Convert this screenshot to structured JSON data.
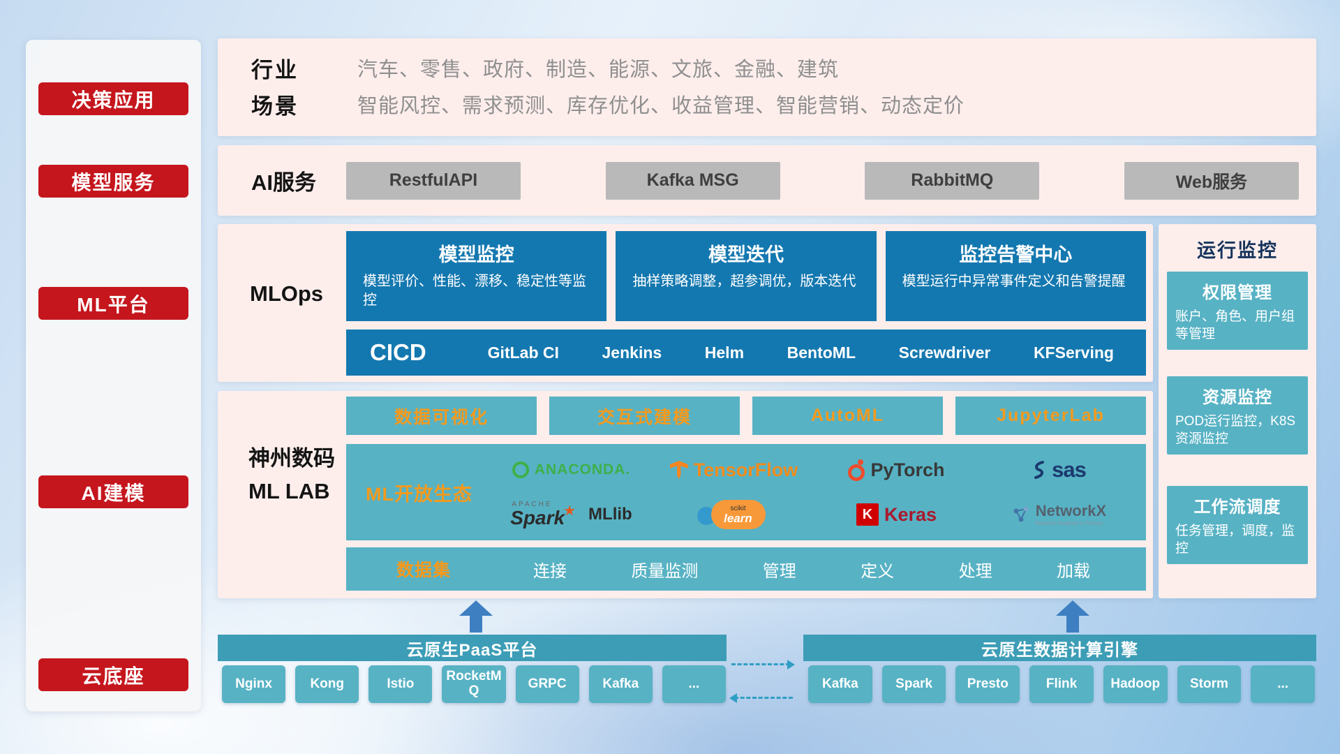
{
  "sidebar": {
    "items": [
      "决策应用",
      "模型服务",
      "ML平台",
      "AI建模",
      "云底座"
    ]
  },
  "industry": {
    "rows": [
      {
        "label": "行业",
        "text": "汽车、零售、政府、制造、能源、文旅、金融、建筑"
      },
      {
        "label": "场景",
        "text": "智能风控、需求预测、库存优化、收益管理、智能营销、动态定价"
      }
    ]
  },
  "ai_service": {
    "label": "AI服务",
    "services": [
      "RestfulAPI",
      "Kafka MSG",
      "RabbitMQ",
      "Web服务"
    ]
  },
  "mlops": {
    "label": "MLOps",
    "cards": [
      {
        "title": "模型监控",
        "desc": "模型评价、性能、漂移、稳定性等监控"
      },
      {
        "title": "模型迭代",
        "desc": "抽样策略调整，超参调优，版本迭代"
      },
      {
        "title": "监控告警中心",
        "desc": "模型运行中异常事件定义和告警提醒"
      }
    ],
    "cicd_label": "CICD",
    "cicd_tools": [
      "GitLab CI",
      "Jenkins",
      "Helm",
      "BentoML",
      "Screwdriver",
      "KFServing"
    ]
  },
  "monitor": {
    "title": "运行监控",
    "cards": [
      {
        "title": "权限管理",
        "desc": "账户、角色、用户组等管理"
      },
      {
        "title": "资源监控",
        "desc": "POD运行监控，K8S资源监控"
      },
      {
        "title": "工作流调度",
        "desc": "任务管理，调度，监控"
      }
    ]
  },
  "mllab": {
    "label_line1": "神州数码",
    "label_line2": "ML LAB",
    "tools": [
      "数据可视化",
      "交互式建模",
      "AutoML",
      "JupyterLab"
    ],
    "eco_label": "ML开放生态",
    "dataset_label": "数据集",
    "dataset_items": [
      "连接",
      "质量监测",
      "管理",
      "定义",
      "处理",
      "加载"
    ]
  },
  "logos": {
    "anaconda": {
      "text": "ANACONDA."
    },
    "tensorflow": {
      "text": "TensorFlow"
    },
    "pytorch": {
      "text": "PyTorch"
    },
    "sas": {
      "text": "sas"
    },
    "spark": {
      "top": "APACHE",
      "text": "Spark",
      "star": "★",
      "suffix": "MLlib"
    },
    "sklearn": {
      "top": "scikit",
      "text": "learn"
    },
    "keras": {
      "icon_letter": "K",
      "text": "Keras"
    },
    "networkx": {
      "text": "NetworkX",
      "sub": "Network Analysis in Python"
    }
  },
  "cloud": {
    "paas_title": "云原生PaaS平台",
    "paas_items": [
      "Nginx",
      "Kong",
      "Istio",
      "RocketMQ",
      "GRPC",
      "Kafka",
      "..."
    ],
    "engine_title": "云原生数据计算引擎",
    "engine_items": [
      "Kafka",
      "Spark",
      "Presto",
      "Flink",
      "Hadoop",
      "Storm",
      "..."
    ]
  },
  "colors": {
    "red": "#c5161d",
    "blue": "#1478b0",
    "teal": "#57b2c4",
    "teal-dark": "#3d9db6",
    "orange": "#f39a1e",
    "pink": "#fdeeec",
    "arrow-blue": "#3e7fc1",
    "gray-btn": "#b9b9b9",
    "navy": "#16345c"
  }
}
